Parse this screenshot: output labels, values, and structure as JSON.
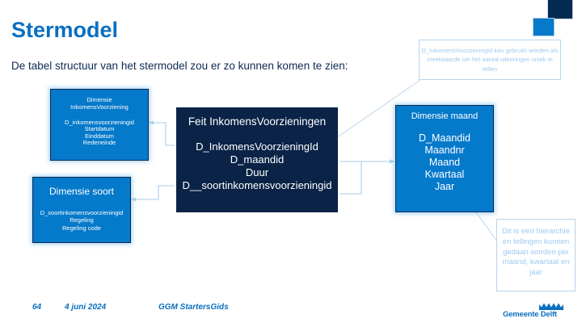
{
  "slide": {
    "title": "Stermodel",
    "subtitle": "De tabel structuur van het stermodel zou er zo kunnen komen te zien:",
    "accent_color": "#0b6fc0",
    "navy_color": "#0a2347",
    "box_blue": "#0579ca",
    "note_text_color": "#9ccaf0"
  },
  "diagram": {
    "dimension_inkomensvoorziening": {
      "title_line1": "Dimensie",
      "title_line2": "InkomensVoorziening",
      "fields": [
        "D_inkomensvoorzieningid",
        "Startdatum",
        "Einddatum",
        "Redeneinde"
      ]
    },
    "dimension_soort": {
      "title": "Dimensie soort",
      "fields": [
        "D_soortinkomensvoorzieningid",
        "Regeling",
        "Regeling code"
      ]
    },
    "fact_table": {
      "title": "Feit InkomensVoorzieningen",
      "fields": [
        "D_InkomensVoorzieningId",
        "D_maandid",
        "Duur",
        "D__soortinkomensvoorzieningid"
      ]
    },
    "dimension_maand": {
      "title": "Dimensie maand",
      "fields": [
        "D_Maandid",
        "Maandnr",
        "Maand",
        "Kwartaal",
        "Jaar"
      ]
    }
  },
  "notes": {
    "top_right": "D_InkomensVoorzieningId kan gebruikt worden als meetwaarde om het aantal uitkeringen uniek te tellen",
    "bottom_right": "Dit is een hierarchie en tellingen kunnen gedaan worden per maand, kwartaal en jaar"
  },
  "footer": {
    "page_number": "64",
    "date": "4 juni 2024",
    "document": "GGM StartersGids",
    "logo_text": "Gemeente Delft"
  }
}
